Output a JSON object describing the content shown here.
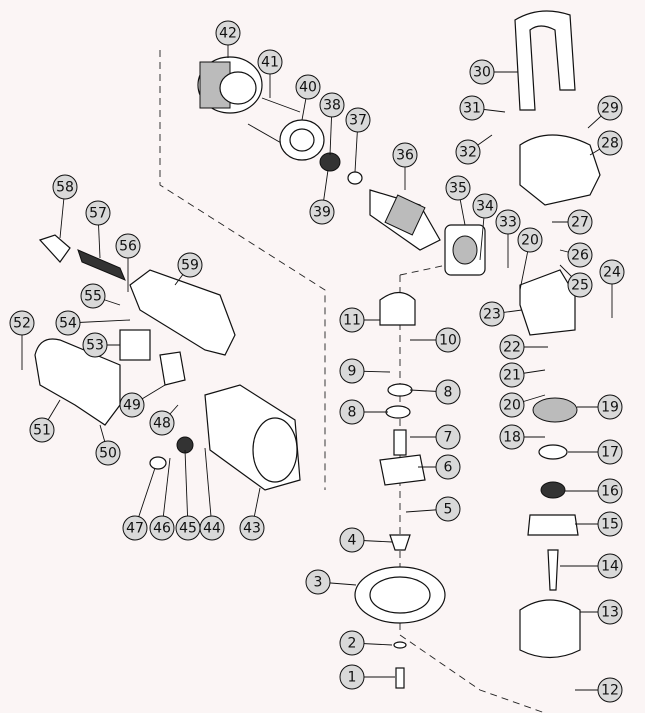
{
  "diagram": {
    "background": "#fbf5f5",
    "callouts": [
      "1",
      "2",
      "3",
      "4",
      "5",
      "6",
      "7",
      "8",
      "8",
      "9",
      "10",
      "11",
      "12",
      "13",
      "14",
      "15",
      "16",
      "17",
      "18",
      "19",
      "20",
      "20",
      "21",
      "22",
      "23",
      "24",
      "25",
      "26",
      "27",
      "28",
      "29",
      "30",
      "31",
      "32",
      "33",
      "34",
      "35",
      "36",
      "37",
      "38",
      "39",
      "40",
      "41",
      "42",
      "43",
      "44",
      "45",
      "46",
      "47",
      "48",
      "49",
      "50",
      "51",
      "52",
      "53",
      "54",
      "55",
      "56",
      "57",
      "58",
      "59"
    ]
  }
}
